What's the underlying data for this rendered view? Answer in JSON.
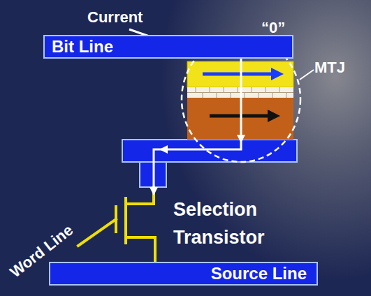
{
  "diagram": {
    "nodes": [
      {
        "text": [
          "Bit Line"
        ]
      },
      {
        "text": [
          "Source Line"
        ]
      }
    ],
    "labels": [
      "Current",
      "“0”",
      "MTJ",
      "Word Line",
      "Selection Transistor"
    ]
  }
}
